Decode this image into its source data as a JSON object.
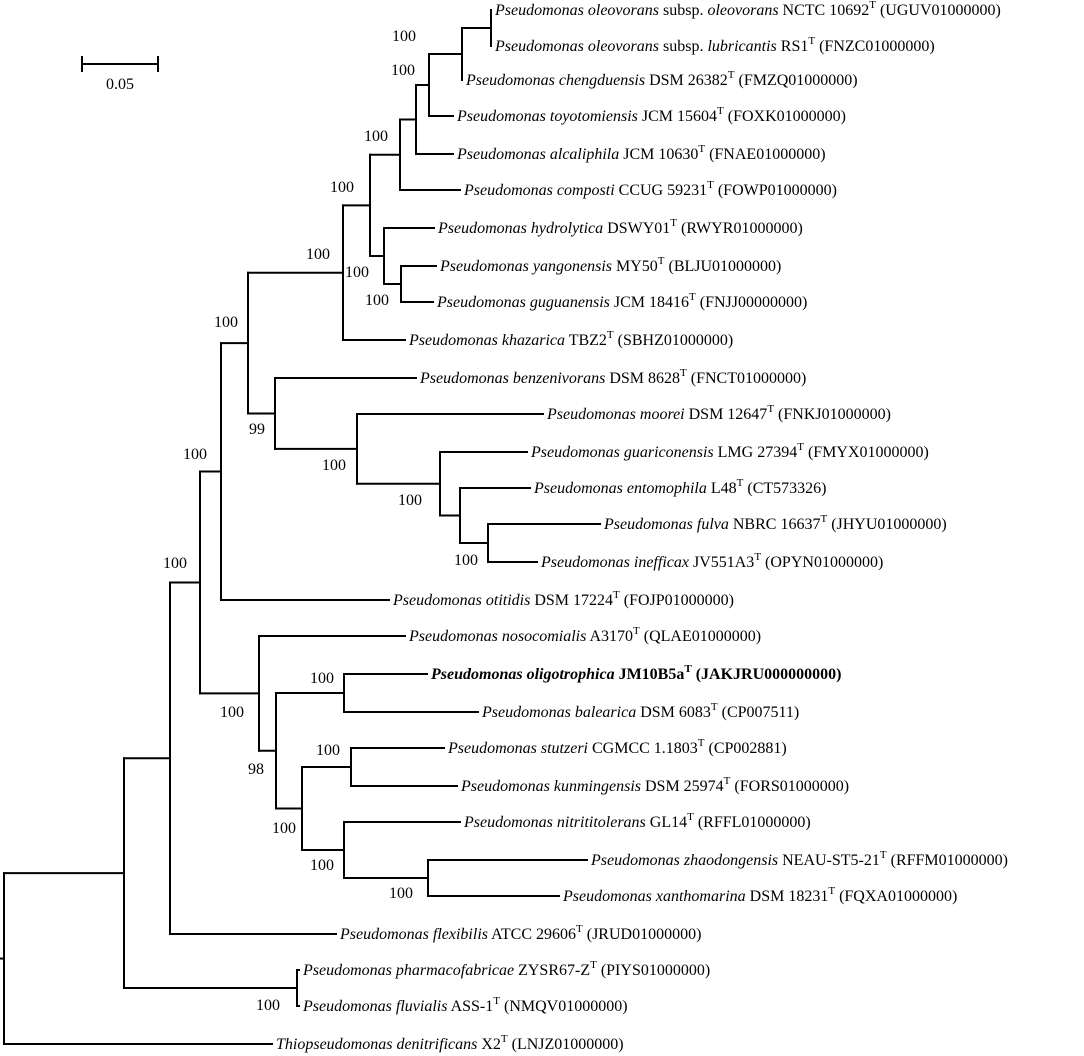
{
  "scale_bar": {
    "label": "0.05",
    "value": 0.05
  },
  "taxa": [
    {
      "id": "oleovorans",
      "species": "Pseudomonas oleovorans",
      "subsp_word": "subsp.",
      "subsp_name": "oleovorans",
      "strain": "NCTC 10692",
      "type_mark": "T",
      "accession": "(UGUV01000000)"
    },
    {
      "id": "lubricantis",
      "species": "Pseudomonas oleovorans",
      "subsp_word": "subsp.",
      "subsp_name": "lubricantis",
      "strain": "RS1",
      "type_mark": "T",
      "accession": "(FNZC01000000)"
    },
    {
      "id": "chengduensis",
      "species": "Pseudomonas chengduensis",
      "strain": "DSM 26382",
      "type_mark": "T",
      "accession": "(FMZQ01000000)"
    },
    {
      "id": "toyotomiensis",
      "species": "Pseudomonas toyotomiensis",
      "strain": "JCM 15604",
      "type_mark": "T",
      "accession": "(FOXK01000000)"
    },
    {
      "id": "alcaliphila",
      "species": "Pseudomonas alcaliphila",
      "strain": "JCM 10630",
      "type_mark": "T",
      "accession": "(FNAE01000000)"
    },
    {
      "id": "composti",
      "species": "Pseudomonas composti",
      "strain": "CCUG 59231",
      "type_mark": "T",
      "accession": "(FOWP01000000)"
    },
    {
      "id": "hydrolytica",
      "species": "Pseudomonas hydrolytica",
      "strain": "DSWY01",
      "type_mark": "T",
      "accession": "(RWYR01000000)"
    },
    {
      "id": "yangonensis",
      "species": "Pseudomonas yangonensis",
      "strain": "MY50",
      "type_mark": "T",
      "accession": "(BLJU01000000)"
    },
    {
      "id": "guguanensis",
      "species": "Pseudomonas guguanensis",
      "strain": "JCM 18416",
      "type_mark": "T",
      "accession": "(FNJJ00000000)"
    },
    {
      "id": "khazarica",
      "species": "Pseudomonas khazarica",
      "strain": "TBZ2",
      "type_mark": "T",
      "accession": "(SBHZ01000000)"
    },
    {
      "id": "benzenivorans",
      "species": "Pseudomonas benzenivorans",
      "strain": "DSM 8628",
      "type_mark": "T",
      "accession": "(FNCT01000000)"
    },
    {
      "id": "moorei",
      "species": "Pseudomonas moorei",
      "strain": "DSM 12647",
      "type_mark": "T",
      "accession": "(FNKJ01000000)"
    },
    {
      "id": "guariconensis",
      "species": "Pseudomonas guariconensis",
      "strain": "LMG 27394",
      "type_mark": "T",
      "accession": "(FMYX01000000)"
    },
    {
      "id": "entomophila",
      "species": "Pseudomonas entomophila",
      "strain": "L48",
      "type_mark": "T",
      "accession": "(CT573326)"
    },
    {
      "id": "fulva",
      "species": "Pseudomonas fulva",
      "strain": "NBRC 16637",
      "type_mark": "T",
      "accession": "(JHYU01000000)"
    },
    {
      "id": "inefficax",
      "species": "Pseudomonas inefficax",
      "strain": "JV551A3",
      "type_mark": "T",
      "accession": "(OPYN01000000)"
    },
    {
      "id": "otitidis",
      "species": "Pseudomonas otitidis",
      "strain": "DSM 17224",
      "type_mark": "T",
      "accession": "(FOJP01000000)"
    },
    {
      "id": "nosocomialis",
      "species": "Pseudomonas nosocomialis",
      "strain": "A3170",
      "type_mark": "T",
      "accession": "(QLAE01000000)"
    },
    {
      "id": "oligotrophica",
      "species": "Pseudomonas oligotrophica",
      "strain": "JM10B5a",
      "type_mark": "T",
      "accession": "(JAKJRU000000000)",
      "bold": true
    },
    {
      "id": "balearica",
      "species": "Pseudomonas balearica",
      "strain": "DSM 6083",
      "type_mark": "T",
      "accession": "(CP007511)"
    },
    {
      "id": "stutzeri",
      "species": "Pseudomonas stutzeri",
      "strain": "CGMCC 1.1803",
      "type_mark": "T",
      "accession": "(CP002881)"
    },
    {
      "id": "kunmingensis",
      "species": "Pseudomonas kunmingensis",
      "strain": "DSM 25974",
      "type_mark": "T",
      "accession": "(FORS01000000)"
    },
    {
      "id": "nitrititolerans",
      "species": "Pseudomonas nitrititolerans",
      "strain": "GL14",
      "type_mark": "T",
      "accession": "(RFFL01000000)"
    },
    {
      "id": "zhaodongensis",
      "species": "Pseudomonas zhaodongensis",
      "strain": "NEAU-ST5-21",
      "type_mark": "T",
      "accession": "(RFFM01000000)"
    },
    {
      "id": "xanthomarina",
      "species": "Pseudomonas xanthomarina",
      "strain": "DSM 18231",
      "type_mark": "T",
      "accession": "(FQXA01000000)"
    },
    {
      "id": "flexibilis",
      "species": "Pseudomonas flexibilis",
      "strain": "ATCC 29606",
      "type_mark": "T",
      "accession": "(JRUD01000000)"
    },
    {
      "id": "pharmacofabricae",
      "species": "Pseudomonas pharmacofabricae",
      "strain": "ZYSR67-Z",
      "type_mark": "T",
      "accession": "(PIYS01000000)"
    },
    {
      "id": "fluvialis",
      "species": "Pseudomonas fluvialis",
      "strain": "ASS-1",
      "type_mark": "T",
      "accession": "(NMQV01000000)"
    },
    {
      "id": "denitrificans",
      "species": "Thiopseudomonas denitrificans",
      "strain": "X2",
      "type_mark": "T",
      "accession": "(LNJZ01000000)"
    }
  ],
  "bootstrap": [
    {
      "node": "oleovorans_pair",
      "value": "100"
    },
    {
      "node": "oleovorans_chengduensis",
      "value": "100"
    },
    {
      "node": "toyotomiensis_group",
      "value": "100"
    },
    {
      "node": "composti_group",
      "value": "100"
    },
    {
      "node": "hydrolytica_group",
      "value": "100"
    },
    {
      "node": "yangonensis_guguanensis",
      "value": "100"
    },
    {
      "node": "khazarica_group",
      "value": "100"
    },
    {
      "node": "benzenivorans_group",
      "value": "99"
    },
    {
      "node": "moorei_group",
      "value": "100"
    },
    {
      "node": "guariconensis_group",
      "value": "100"
    },
    {
      "node": "fulva_inefficax",
      "value": "100"
    },
    {
      "node": "upper_clade",
      "value": "100"
    },
    {
      "node": "otitidis_group",
      "value": "100"
    },
    {
      "node": "oligotrophica_balearica",
      "value": "100"
    },
    {
      "node": "stutzeri_kunmingensis",
      "value": "100"
    },
    {
      "node": "zhaodongensis_xanthomarina",
      "value": "100"
    },
    {
      "node": "nitrititolerans_group",
      "value": "100"
    },
    {
      "node": "stutzeri_nitrititolerans",
      "value": "100"
    },
    {
      "node": "oligotrophica_stutzeri",
      "value": "98"
    },
    {
      "node": "nosocomialis_group",
      "value": "100"
    },
    {
      "node": "ingroup",
      "value": "100"
    },
    {
      "node": "pharmacofabricae_fluvialis",
      "value": "100"
    }
  ]
}
